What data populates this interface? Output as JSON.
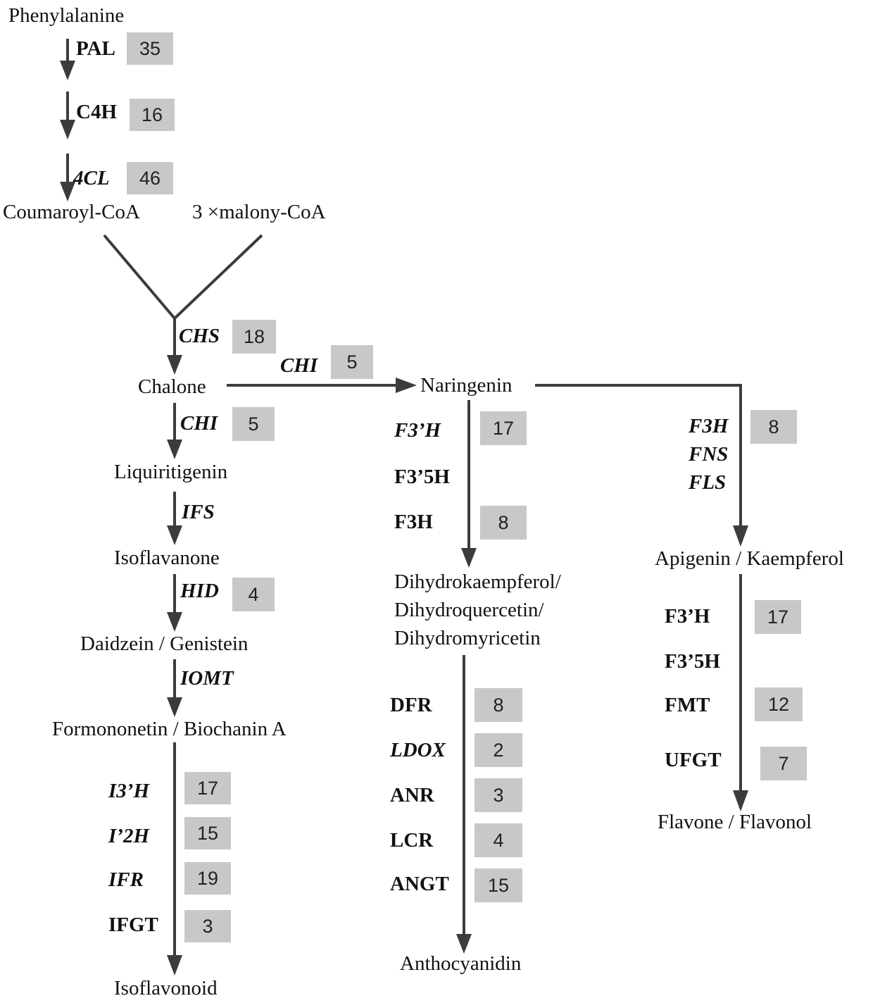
{
  "compounds": {
    "phenylalanine": "Phenylalanine",
    "coumaroyl": "Coumaroyl-CoA",
    "malonyl": "3 ×malony-CoA",
    "chalone": "Chalone",
    "naringenin": "Naringenin",
    "liquiritigenin": "Liquiritigenin",
    "isoflavanone": "Isoflavanone",
    "daidzein": "Daidzein / Genistein",
    "formononetin": "Formononetin / Biochanin A",
    "isoflavonoid": "Isoflavonoid",
    "dihydro1": "Dihydrokaempferol/",
    "dihydro2": "Dihydroquercetin/",
    "dihydro3": "Dihydromyricetin",
    "anthocyanidin": "Anthocyanidin",
    "apigenin": "Apigenin / Kaempferol",
    "flavone": "Flavone / Flavonol"
  },
  "enzymes": {
    "pal": {
      "name": "PAL",
      "count": "35"
    },
    "c4h": {
      "name": "C4H",
      "count": "16"
    },
    "4cl": {
      "name": "4CL",
      "count": "46"
    },
    "chs": {
      "name": "CHS",
      "count": "18"
    },
    "chi_h": {
      "name": "CHI",
      "count": "5"
    },
    "chi_v": {
      "name": "CHI",
      "count": "5"
    },
    "ifs": {
      "name": "IFS"
    },
    "hid": {
      "name": "HID",
      "count": "4"
    },
    "iomt": {
      "name": "IOMT"
    },
    "i3h": {
      "name": "I3’H",
      "count": "17"
    },
    "i2h": {
      "name": "I’2H",
      "count": "15"
    },
    "ifr": {
      "name": "IFR",
      "count": "19"
    },
    "ifgt": {
      "name": "IFGT",
      "count": "3"
    },
    "f3h_mid_a": {
      "name": "F3’H",
      "count": "17"
    },
    "f35h_mid": {
      "name": "F3’5H"
    },
    "f3h_mid_b": {
      "name": "F3H",
      "count": "8"
    },
    "dfr": {
      "name": "DFR",
      "count": "8"
    },
    "ldox": {
      "name": "LDOX",
      "count": "2"
    },
    "anr": {
      "name": "ANR",
      "count": "3"
    },
    "lcr": {
      "name": "LCR",
      "count": "4"
    },
    "angt": {
      "name": "ANGT",
      "count": "15"
    },
    "f3h_r": {
      "name": "F3H",
      "count": "8"
    },
    "fns": {
      "name": "FNS"
    },
    "fls": {
      "name": "FLS"
    },
    "f3h_r2": {
      "name": "F3’H",
      "count": "17"
    },
    "f35h_r": {
      "name": "F3’5H"
    },
    "fmt": {
      "name": "FMT",
      "count": "12"
    },
    "ufgt": {
      "name": "UFGT",
      "count": "7"
    }
  }
}
